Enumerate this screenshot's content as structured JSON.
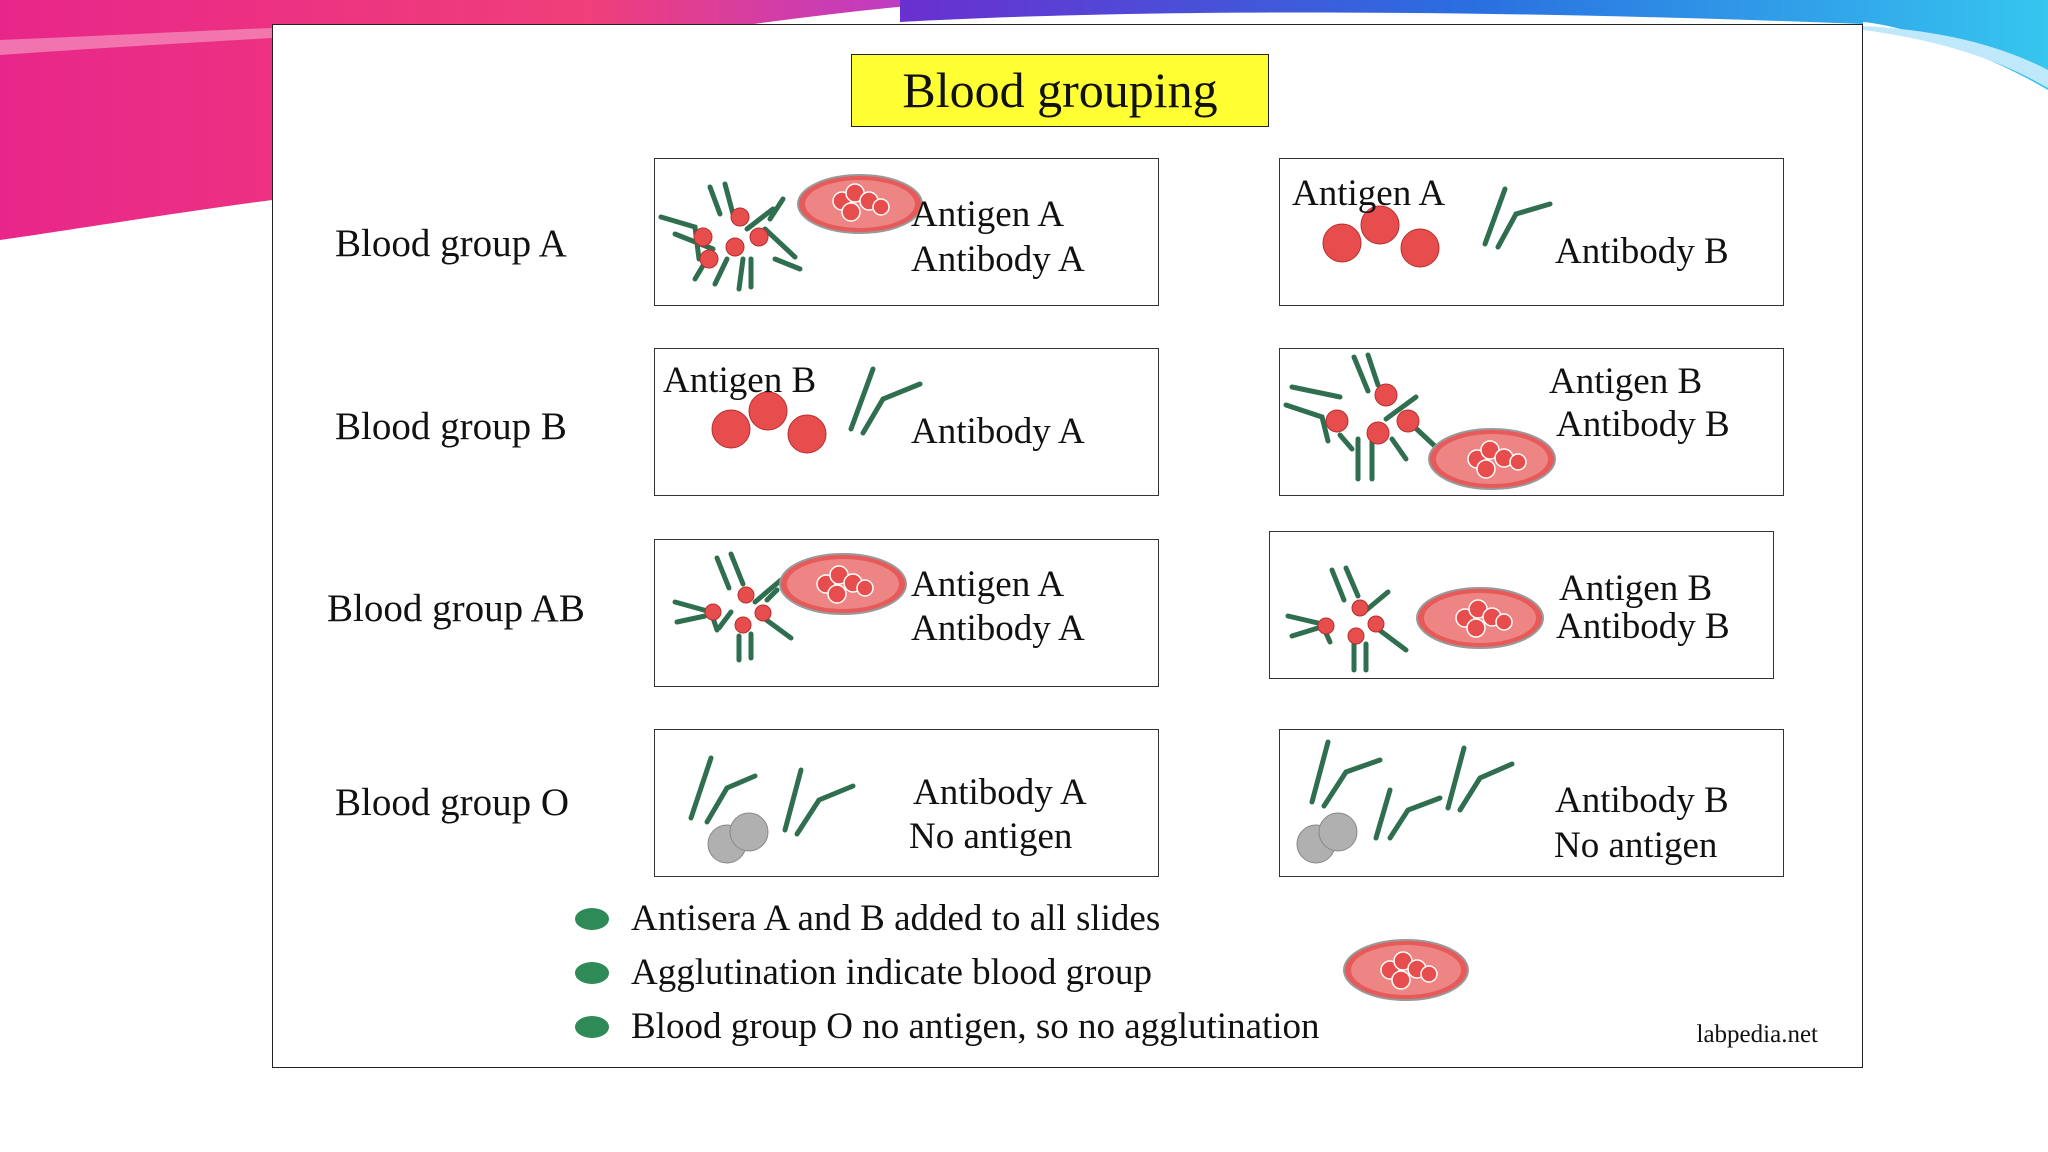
{
  "title": "Blood grouping",
  "rows": [
    {
      "label": "Blood group A"
    },
    {
      "label": "Blood group B"
    },
    {
      "label": "Blood group AB"
    },
    {
      "label": "Blood group O"
    }
  ],
  "boxes": {
    "a_left": {
      "line1": "Antigen A",
      "line2": "Antibody A"
    },
    "a_right": {
      "line1": "Antigen A",
      "line2": "Antibody B"
    },
    "b_left": {
      "line1": "Antigen B",
      "line2": "Antibody A"
    },
    "b_right": {
      "line1": "Antigen B",
      "line2": "Antibody B"
    },
    "ab_left": {
      "line1": "Antigen A",
      "line2": "Antibody A"
    },
    "ab_right": {
      "line1": "Antigen B",
      "line2": "Antibody B"
    },
    "o_left": {
      "line1": "Antibody A",
      "line2": "No antigen"
    },
    "o_right": {
      "line1": "Antibody B",
      "line2": "No antigen"
    }
  },
  "legend": [
    "Antisera A and B added to all slides",
    "Agglutination indicate blood group",
    "Blood group O no antigen, so no agglutination"
  ],
  "credit": "labpedia.net",
  "colors": {
    "antibody": "#2f6e4f",
    "red_cell": "#e84d4d",
    "grey_cell": "#b0b0b0",
    "title_bg": "#ffff33",
    "legend_dot": "#2e8b57"
  }
}
